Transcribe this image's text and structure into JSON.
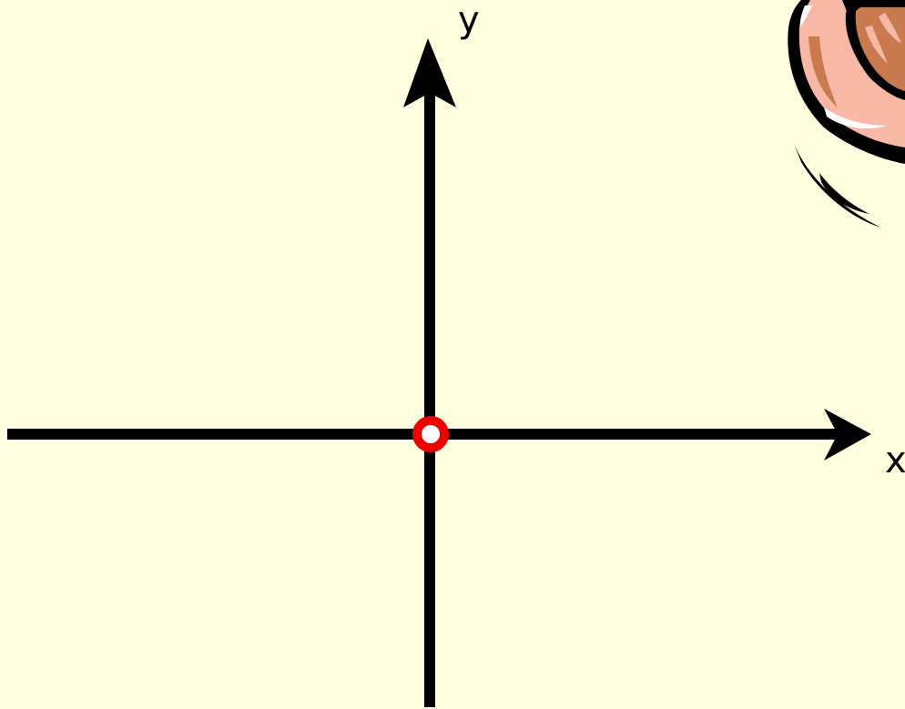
{
  "colors": {
    "background": "#FFFFE0",
    "axis": "#000000",
    "origin_point": "#EE0000",
    "origin_fill": "#FFFFFF"
  },
  "axes": {
    "x_label": "x",
    "y_label": "y"
  },
  "origin_marker": {
    "shape": "open-circle",
    "x": 0,
    "y": 0
  },
  "decoration": {
    "icon": "cartoon-arm-clipart"
  }
}
